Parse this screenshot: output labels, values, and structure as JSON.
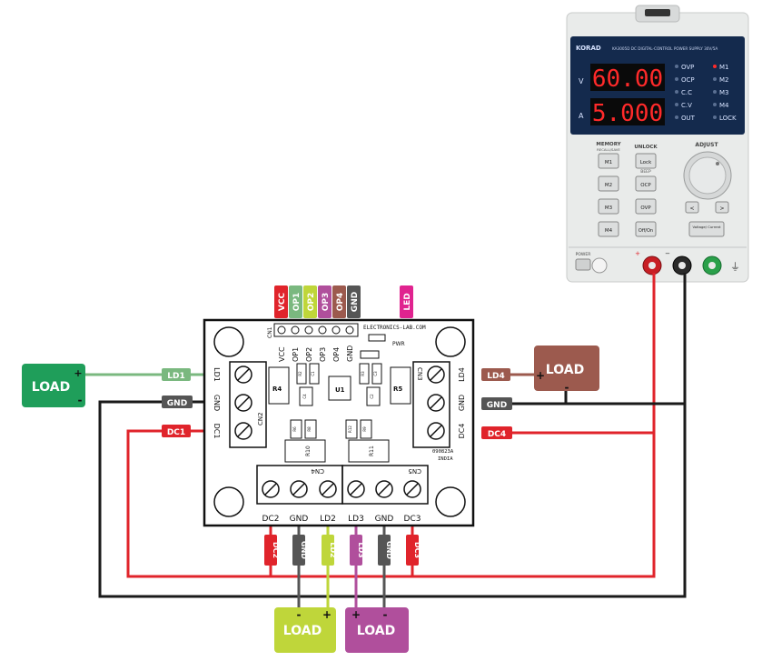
{
  "psu": {
    "brand": "KORAD",
    "model": "KA3005D DC DIGITAL-CONTROL POWER SUPPLY 30V/5A",
    "volt_unit": "V",
    "amp_unit": "A",
    "voltage": "60.00",
    "current": "5.000",
    "status": [
      "OVP",
      "OCP",
      "C.C",
      "C.V",
      "OUT"
    ],
    "mem_status": [
      "M1",
      "M2",
      "M3",
      "M4",
      "LOCK"
    ],
    "memory_title": "MEMORY",
    "memory_sub": "RECALL/SAVE",
    "unlock_title": "UNLOCK",
    "beep_label": "BEEP",
    "adjust_title": "ADJUST",
    "buttons": {
      "m1": "M1",
      "m2": "M2",
      "m3": "M3",
      "m4": "M4",
      "lock": "Lock",
      "ocp": "OCP",
      "ovp": "OVP",
      "onoff": "Off/On",
      "vc": "Voltage/ Current",
      "left": "<",
      "right": ">"
    },
    "power_label": "POWER",
    "plus": "+",
    "minus": "−"
  },
  "header_pins": [
    {
      "label": "VCC",
      "color": "#e0242b"
    },
    {
      "label": "OP1",
      "color": "#7ab87f"
    },
    {
      "label": "OP2",
      "color": "#bfd63a"
    },
    {
      "label": "OP3",
      "color": "#b04f9c"
    },
    {
      "label": "OP4",
      "color": "#9c5a4e"
    },
    {
      "label": "GND",
      "color": "#555555"
    }
  ],
  "led": {
    "label": "LED",
    "color": "#e0238f"
  },
  "board": {
    "site": "ELECTRONICS-LAB.COM",
    "pwr": "PWR",
    "cn1": "CN1",
    "header_labels": [
      "VCC",
      "OP1",
      "OP2",
      "OP3",
      "OP4",
      "GND"
    ],
    "left_labels": [
      "LD1",
      "GND",
      "DC1"
    ],
    "cn2": "CN2",
    "cn3": "CN3",
    "right_labels": [
      "LD4",
      "GND",
      "DC4"
    ],
    "r4": "R4",
    "r5": "R5",
    "u1": "U1",
    "r10": "R10",
    "r11": "R11",
    "small_parts": [
      "R2",
      "C1",
      "R3",
      "C3",
      "C4",
      "C2",
      "R6",
      "R8",
      "R12",
      "R9"
    ],
    "part_code": "090823A",
    "country": "INDIA",
    "cn4": "CN4",
    "cn5": "CN5",
    "bottom_labels": [
      "DC2",
      "GND",
      "LD2",
      "LD3",
      "GND",
      "DC3"
    ]
  },
  "wire_tags": {
    "ld1": "LD1",
    "gnd_left": "GND",
    "dc1": "DC1",
    "ld4": "LD4",
    "gnd_right": "GND",
    "dc4": "DC4",
    "bottom": [
      "DC2",
      "GND",
      "LD2",
      "LD3",
      "GND",
      "DC3"
    ]
  },
  "loads": {
    "left": "LOAD",
    "right": "LOAD",
    "bottom_left": "LOAD",
    "bottom_right": "LOAD",
    "plus": "+",
    "minus": "-"
  },
  "colors": {
    "red": "#e0242b",
    "black": "#1a1a1a",
    "ld1": "#7ab87f",
    "ld2": "#bfd63a",
    "ld3": "#b04f9c",
    "ld4": "#9c5a4e",
    "gnd": "#555555",
    "load_left": "#1f9e5a",
    "load_right": "#9c5a4e",
    "load_bl": "#bfd63a",
    "load_br": "#b04f9c"
  }
}
